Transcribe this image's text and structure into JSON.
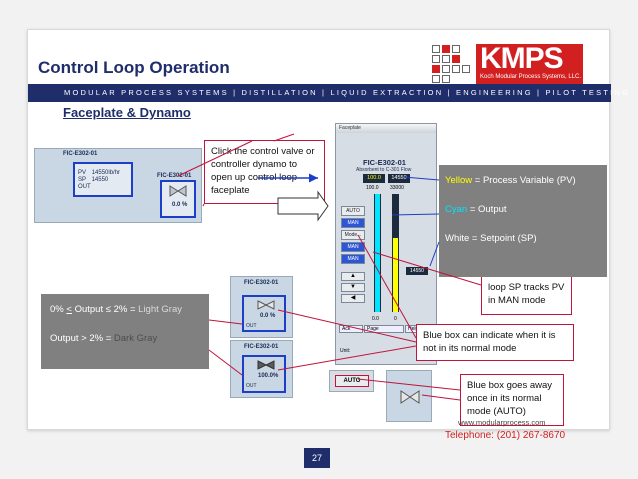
{
  "header": {
    "title": "Control Loop Operation",
    "logo_text": "KMPS",
    "logo_subtitle": "Koch Modular Process Systems, LLC.",
    "banner": "MODULAR PROCESS SYSTEMS | DISTILLATION | LIQUID EXTRACTION | ENGINEERING | PILOT TESTING",
    "subtitle": "Faceplate & Dynamo"
  },
  "dynamo_main": {
    "tag": "FIC-E302-01",
    "pv_label": "PV",
    "pv_value": "14550lb/hr",
    "sp_label": "SP",
    "sp_value": "14550",
    "out_label": "OUT",
    "valve_tag": "FIC-E302-01",
    "valve_out": "0.0 %"
  },
  "dynamo_light": {
    "tag": "FIC-E302-01",
    "out": "0.0 %",
    "out_label": "OUT"
  },
  "dynamo_dark": {
    "tag": "FIC-E302-01",
    "out": "100.0%",
    "out_label": "OUT"
  },
  "auto_widget": {
    "label": "AUTO"
  },
  "faceplate": {
    "window_title": "Faceplate",
    "tag": "FIC-E302-01",
    "description": "Absorbent to C-301 Flow",
    "pv_readout": "100.0",
    "sp_readout": "14550",
    "scale_left": "100.0",
    "scale_right": "33000",
    "auto_btn": "AUTO",
    "man_btn": "MAN",
    "mode_btn": "Mode...",
    "man_btn2": "MAN",
    "man_btn3": "MAN",
    "setpoint_marker": "14550",
    "bottom_left": "0.0",
    "bottom_right": "0",
    "tab_ack": "Ack",
    "tab_page": "Page",
    "tab_help": "Help",
    "unit_label": "Unit:"
  },
  "callouts": {
    "click": "Click the control valve or controller dynamo to open up control loop faceplate",
    "man_mode": "All flow control loop SP tracks PV in MAN mode",
    "blue_box": "Blue box can indicate when it is not in its normal mode",
    "blue_box_away": "Blue box goes away once in its normal mode (AUTO)"
  },
  "gray_legend": {
    "line1_prefix": "0% ",
    "line1_le": "<",
    "line1_mid": " Output  ≤ 2% = ",
    "line1_color": "Light Gray",
    "line2_prefix": "Output  > 2% = ",
    "line2_color": "Dark Gray"
  },
  "color_legend": {
    "yellow_word": "Yellow",
    "yellow_rest": " = Process Variable (PV)",
    "cyan_word": "Cyan",
    "cyan_rest": " = Output",
    "white_word": "White",
    "white_rest": " = Setpoint (SP)"
  },
  "footer": {
    "website": "www.modularprocess.com",
    "phone": "Telephone: (201) 267-8670",
    "page": "27"
  },
  "colors": {
    "brand_red": "#d21f1f",
    "navy": "#1f2d6b",
    "callout_border": "#c0143c",
    "highlight_blue": "#1d3fc7",
    "legend_gray": "#808080",
    "yellow_text": "#ffff00",
    "cyan_text": "#00e5ff",
    "light_gray_text": "#d9d9d9",
    "dark_gray_text": "#4d4d4d"
  }
}
